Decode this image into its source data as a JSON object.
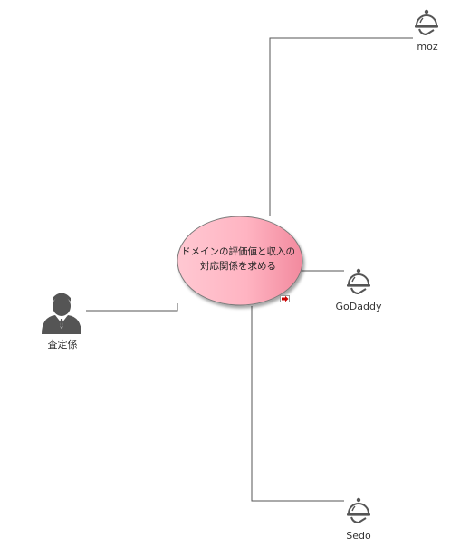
{
  "usecase": {
    "line1": "ドメインの評価値と収入の",
    "line2": "対応関係を求める"
  },
  "actors": {
    "assessor": {
      "label": "査定係",
      "icon": "person-actor-icon"
    },
    "moz": {
      "label": "moz",
      "icon": "service-bell-icon"
    },
    "godaddy": {
      "label": "GoDaddy",
      "icon": "service-bell-icon"
    },
    "sedo": {
      "label": "Sedo",
      "icon": "service-bell-icon"
    }
  },
  "colors": {
    "ellipse_fill": "#ffb6c1",
    "ellipse_stroke": "#7a7a7a",
    "connector": "#555555",
    "actor_icon": "#555555",
    "marker": "#cc0000"
  }
}
